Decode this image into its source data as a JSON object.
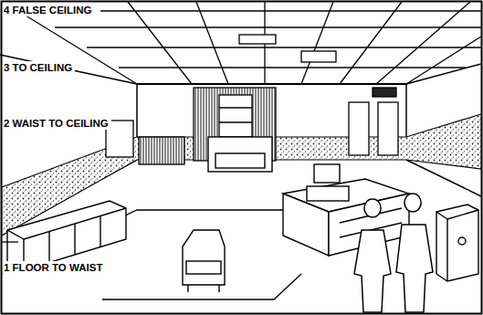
{
  "diagram": {
    "labels": [
      "4 FALSE CEILING",
      "3 TO CEILING",
      "2 WAIST TO CEILING",
      "1 FLOOR TO WAIST"
    ]
  }
}
